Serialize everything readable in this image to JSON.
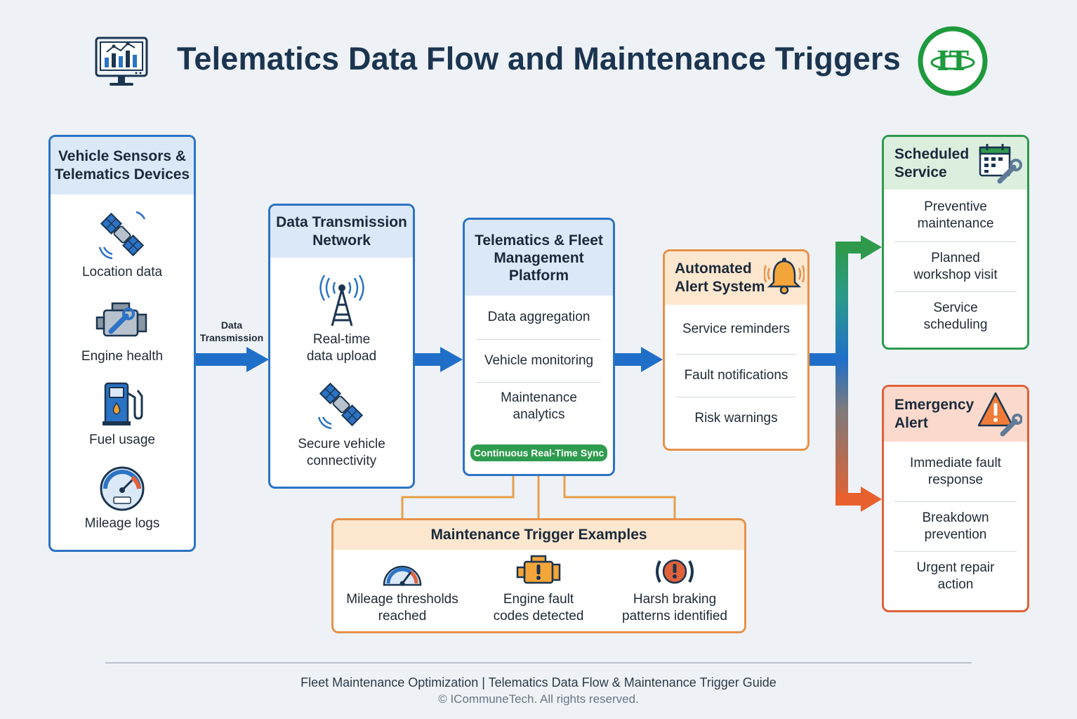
{
  "title": "Telematics Data Flow and Maintenance Triggers",
  "logo": {
    "text": "IT",
    "color": "#1e9a3d"
  },
  "colors": {
    "blue": "#2b73c5",
    "green": "#2f9a4c",
    "orange": "#e6924a",
    "red": "#e0623a",
    "arrow": "#1f6fc9"
  },
  "sensors": {
    "title_line1": "Vehicle Sensors &",
    "title_line2": "Telematics Devices",
    "items": [
      {
        "label": "Location data",
        "icon": "satellite-icon"
      },
      {
        "label": "Engine health",
        "icon": "engine-icon"
      },
      {
        "label": "Fuel usage",
        "icon": "fuel-pump-icon"
      },
      {
        "label": "Mileage logs",
        "icon": "odometer-icon"
      }
    ]
  },
  "transmission_label": {
    "line1": "Data",
    "line2": "Transmission"
  },
  "network": {
    "title_line1": "Data Transmission",
    "title_line2": "Network",
    "items": [
      {
        "line1": "Real-time",
        "line2": "data upload",
        "icon": "radio-tower-icon"
      },
      {
        "line1": "Secure vehicle",
        "line2": "connectivity",
        "icon": "satellite-icon"
      }
    ]
  },
  "platform": {
    "title_line1": "Telematics & Fleet",
    "title_line2": "Management",
    "title_line3": "Platform",
    "items": [
      {
        "line1": "Data aggregation",
        "line2": ""
      },
      {
        "line1": "Vehicle monitoring",
        "line2": ""
      },
      {
        "line1": "Maintenance",
        "line2": "analytics"
      }
    ],
    "badge": "Continuous Real-Time Sync"
  },
  "alerts": {
    "title_line1": "Automated",
    "title_line2": "Alert System",
    "icon": "bell-icon",
    "items": [
      "Service reminders",
      "Fault notifications",
      "Risk warnings"
    ]
  },
  "scheduled": {
    "title_line1": "Scheduled",
    "title_line2": "Service",
    "icon": "calendar-wrench-icon",
    "items": [
      {
        "line1": "Preventive",
        "line2": "maintenance"
      },
      {
        "line1": "Planned",
        "line2": "workshop visit"
      },
      {
        "line1": "Service",
        "line2": "scheduling"
      }
    ]
  },
  "emergency": {
    "title_line1": "Emergency",
    "title_line2": "Alert",
    "icon": "warning-wrench-icon",
    "items": [
      {
        "line1": "Immediate fault",
        "line2": "response"
      },
      {
        "line1": "Breakdown",
        "line2": "prevention"
      },
      {
        "line1": "Urgent repair",
        "line2": "action"
      }
    ]
  },
  "triggers": {
    "title": "Maintenance Trigger Examples",
    "items": [
      {
        "line1": "Mileage thresholds",
        "line2": "reached",
        "icon": "speedometer-icon"
      },
      {
        "line1": "Engine fault",
        "line2": "codes detected",
        "icon": "engine-warning-icon"
      },
      {
        "line1": "Harsh braking",
        "line2": "patterns identified",
        "icon": "brake-warning-icon"
      }
    ]
  },
  "footer": {
    "line1": "Fleet Maintenance Optimization | Telematics Data Flow & Maintenance Trigger Guide",
    "line2": "© ICommuneTech. All rights reserved."
  }
}
